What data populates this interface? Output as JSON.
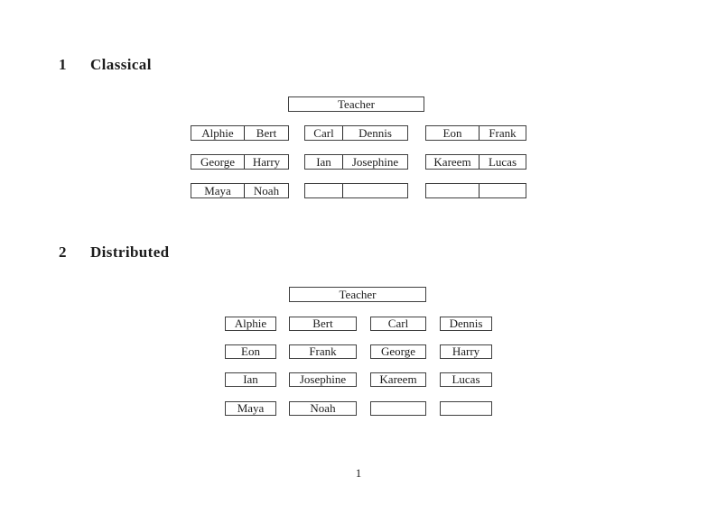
{
  "document": {
    "sections": [
      {
        "number": "1",
        "title": "Classical"
      },
      {
        "number": "2",
        "title": "Distributed"
      }
    ],
    "page_number": "1"
  },
  "classical": {
    "teacher_label": "Teacher",
    "rows": [
      {
        "desks": [
          {
            "seats": [
              "Alphie",
              "Bert"
            ]
          },
          {
            "seats": [
              "Carl",
              "Dennis"
            ]
          },
          {
            "seats": [
              "Eon",
              "Frank"
            ]
          }
        ]
      },
      {
        "desks": [
          {
            "seats": [
              "George",
              "Harry"
            ]
          },
          {
            "seats": [
              "Ian",
              "Josephine"
            ]
          },
          {
            "seats": [
              "Kareem",
              "Lucas"
            ]
          }
        ]
      },
      {
        "desks": [
          {
            "seats": [
              "Maya",
              "Noah"
            ]
          },
          {
            "seats": [
              "",
              ""
            ]
          },
          {
            "seats": [
              "",
              ""
            ]
          }
        ]
      }
    ]
  },
  "distributed": {
    "teacher_label": "Teacher",
    "rows": [
      {
        "desks": [
          "Alphie",
          "Bert",
          "Carl",
          "Dennis"
        ]
      },
      {
        "desks": [
          "Eon",
          "Frank",
          "George",
          "Harry"
        ]
      },
      {
        "desks": [
          "Ian",
          "Josephine",
          "Kareem",
          "Lucas"
        ]
      },
      {
        "desks": [
          "Maya",
          "Noah",
          "",
          ""
        ]
      }
    ]
  },
  "colors": {
    "background": "#ffffff",
    "border": "#3f3f3f",
    "text": "#1c1c1c"
  }
}
